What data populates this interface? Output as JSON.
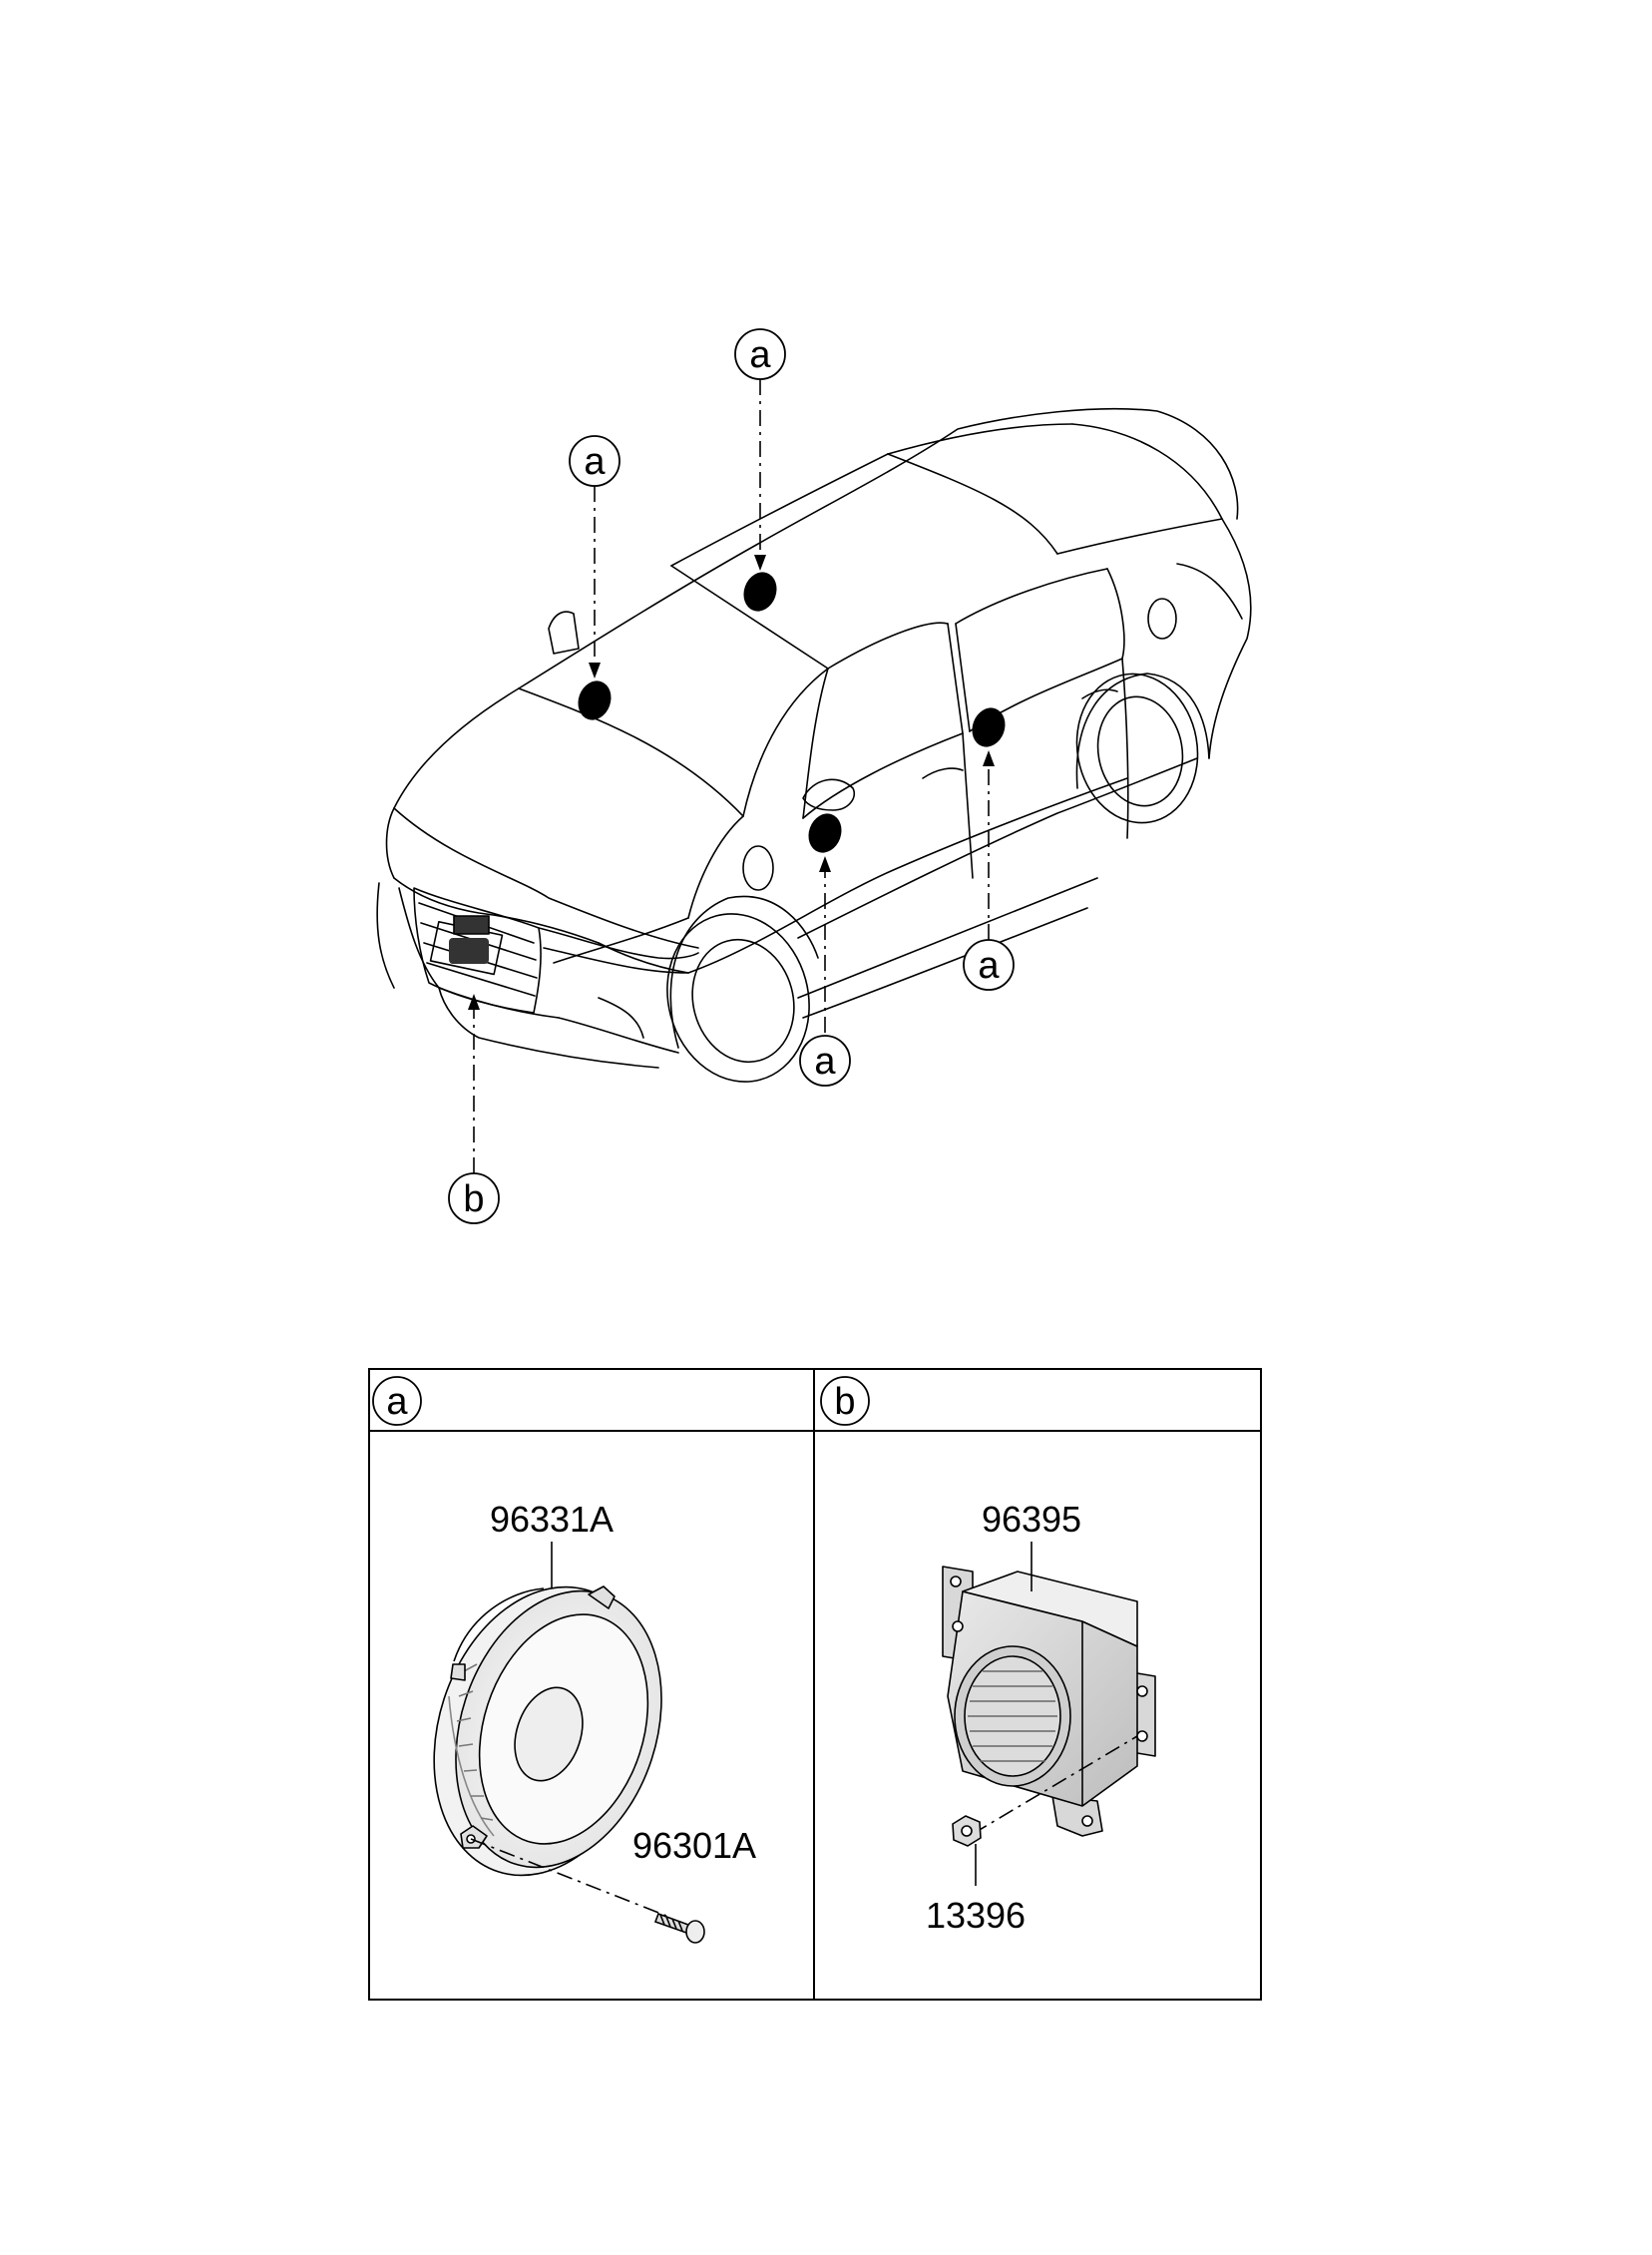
{
  "callouts": {
    "roof_left": "a",
    "roof_right": "a",
    "front_door": "a",
    "rear_door": "a",
    "front_grille": "b"
  },
  "table": {
    "col_a_label": "a",
    "col_b_label": "b",
    "part_speaker": "96331A",
    "part_screw": "96301A",
    "part_sound_unit": "96395",
    "part_nut": "13396"
  }
}
